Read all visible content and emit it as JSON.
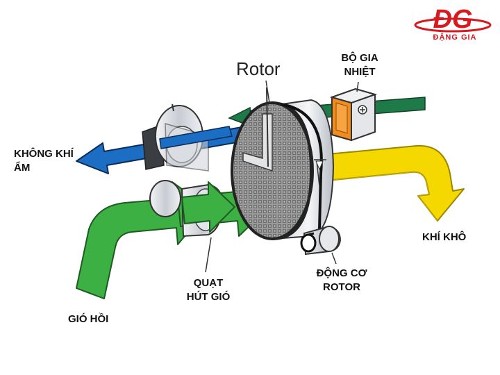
{
  "logo": {
    "mark": "ĐG",
    "name": "ĐẶNG GIA",
    "color": "#d71920"
  },
  "labels": {
    "rotor": "Rotor",
    "heater_line1": "BỘ GIA",
    "heater_line2": "NHIỆT",
    "humid_air_line1": "KHÔNG KHÍ",
    "humid_air_line2": "ẨM",
    "dry_air": "KHÍ KHÔ",
    "fan_line1": "QUẠT",
    "fan_line2": "HÚT GIÓ",
    "motor_line1": "ĐỘNG CƠ",
    "motor_line2": "ROTOR",
    "return_air": "GIÓ HỒI"
  },
  "colors": {
    "return_air_arrow": "#3cb043",
    "humid_air_arrow": "#1c6dc4",
    "dry_air_arrow": "#f5d800",
    "heater_line": "#1f7a4a",
    "heater_body": "#f28c1c",
    "rotor_mesh": "#8a8a8a",
    "housing": "#d9dde2"
  },
  "icons": [
    "fan-icon",
    "heater-icon",
    "motor-icon",
    "rotor-wheel-icon"
  ]
}
